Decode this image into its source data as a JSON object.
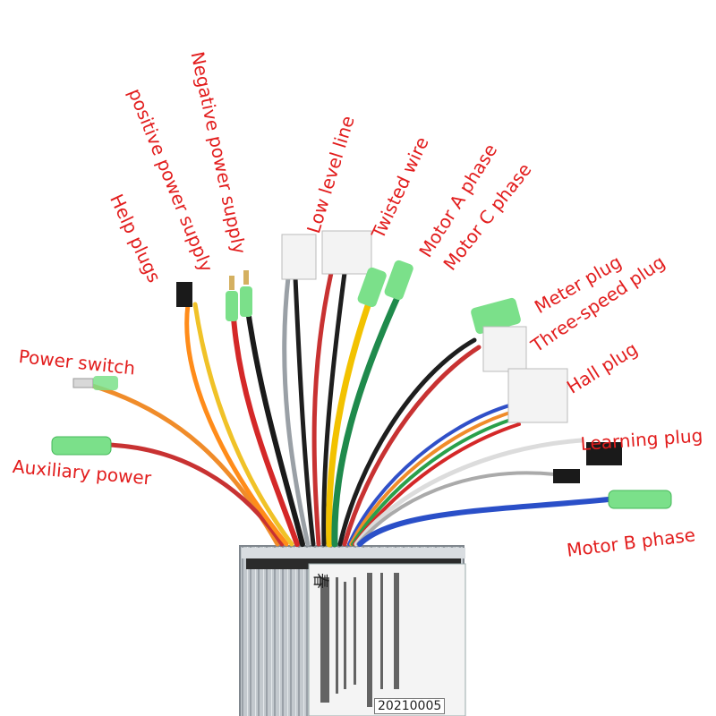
{
  "labels": {
    "power_switch": "Power switch",
    "auxiliary_power": "Auxiliary power",
    "help_plugs": "Help plugs",
    "positive_power_supply": "positive power supply",
    "negative_power_supply": "Negative power supply",
    "low_level_line": "Low level line",
    "twisted_wire": "Twisted wire",
    "motor_a_phase": "Motor A phase",
    "motor_c_phase": "Motor C phase",
    "meter_plug": "Meter plug",
    "three_speed_plug": "Three-speed plug",
    "hall_plug": "Hall plug",
    "learning_plug": "Learning plug",
    "motor_b_phase": "Motor B phase"
  },
  "controller": {
    "serial": "20210005",
    "brand_char": "春"
  },
  "colors": {
    "label": "#e21d1d",
    "connector_green": "#7be08a",
    "connector_white": "#f2f2f2",
    "housing": "#b9c0c6"
  }
}
